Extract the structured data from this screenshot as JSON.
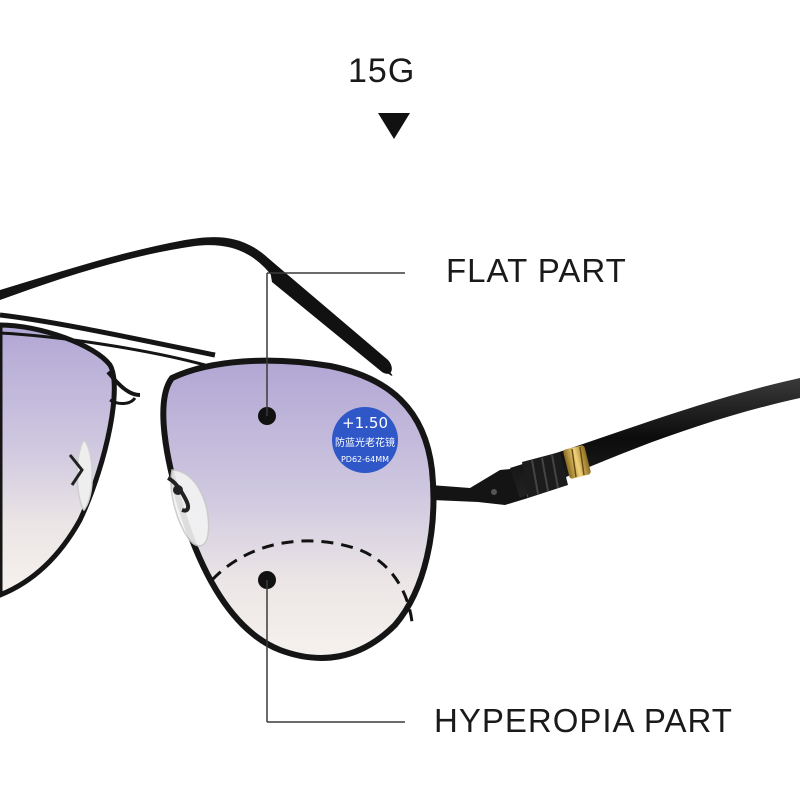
{
  "weight": "15G",
  "flat_part_label": "FLAT PART",
  "hyperopia_part_label": "HYPEROPIA PART",
  "lens_badge": {
    "power": "+1.50",
    "line2": "防蓝光老花镜",
    "line3": "PD62-64MM"
  },
  "colors": {
    "frame": "#151515",
    "lens_tint_top": "#b7acd6",
    "lens_tint_bottom": "#f3eeea",
    "badge": "#2f57c8",
    "leader_line": "#3a3a3a"
  }
}
